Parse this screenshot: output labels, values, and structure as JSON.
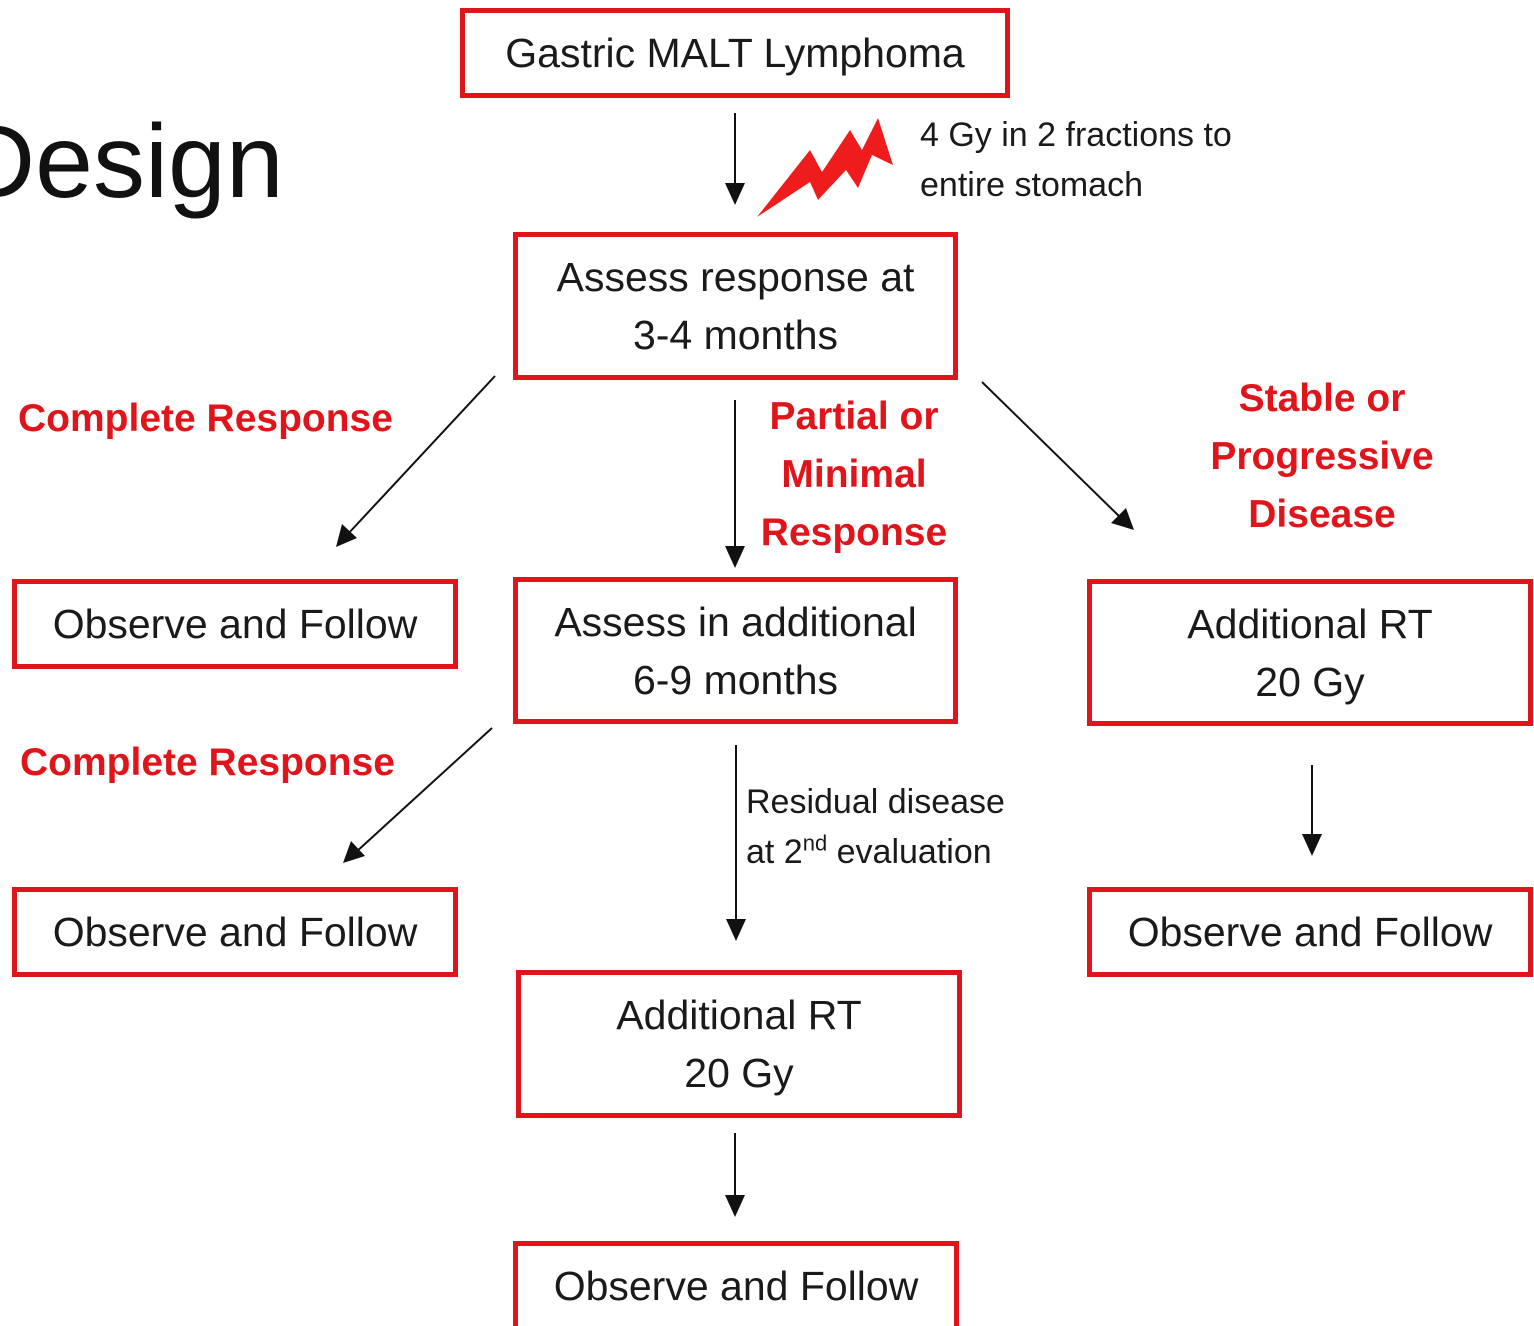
{
  "title": "Design",
  "boxes": {
    "start": "Gastric MALT Lymphoma",
    "assess1_line1": "Assess response at",
    "assess1_line2": "3-4 months",
    "assess2_line1": "Assess in additional",
    "assess2_line2": "6-9 months",
    "rt_right_line1": "Additional RT",
    "rt_right_line2": "20 Gy",
    "rt_center_line1": "Additional RT",
    "rt_center_line2": "20 Gy",
    "observe": "Observe and Follow"
  },
  "labels": {
    "treatment_line1": "4 Gy in 2 fractions to",
    "treatment_line2": "entire stomach",
    "complete_response": "Complete Response",
    "partial_line1": "Partial or",
    "partial_line2": "Minimal",
    "partial_line3": "Response",
    "stable_line1": "Stable or",
    "stable_line2": "Progressive",
    "stable_line3": "Disease",
    "residual_line1": "Residual disease",
    "residual_line2_pre": "at 2",
    "residual_line2_sup": "nd",
    "residual_line2_post": " evaluation"
  },
  "colors": {
    "accent": "#e0151b",
    "text": "#1a1a1a",
    "background": "#ffffff"
  },
  "icons": {
    "radiation": "lightning-bolt-icon"
  }
}
